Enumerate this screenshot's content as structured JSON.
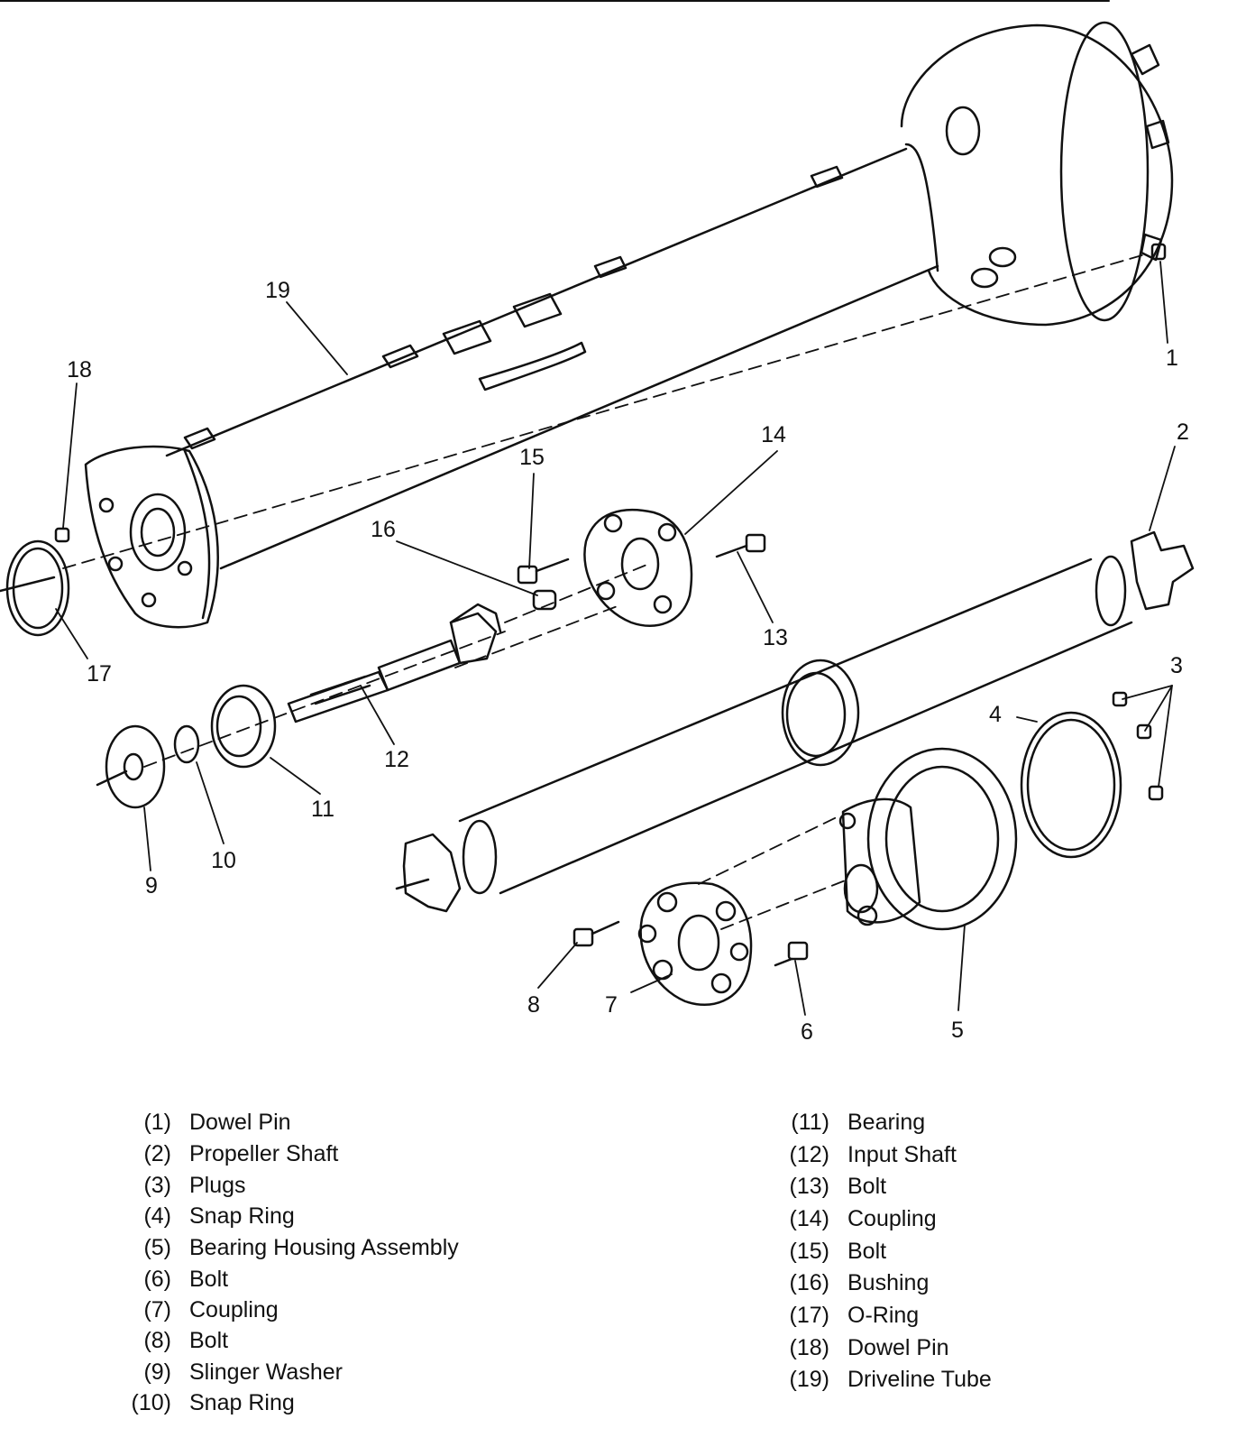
{
  "diagram": {
    "callouts": [
      "1",
      "2",
      "3",
      "4",
      "5",
      "6",
      "7",
      "8",
      "9",
      "10",
      "11",
      "12",
      "13",
      "14",
      "15",
      "16",
      "17",
      "18",
      "19"
    ]
  },
  "legend": {
    "left": [
      {
        "num": "(1)",
        "label": "Dowel Pin"
      },
      {
        "num": "(2)",
        "label": "Propeller Shaft"
      },
      {
        "num": "(3)",
        "label": "Plugs"
      },
      {
        "num": "(4)",
        "label": "Snap Ring"
      },
      {
        "num": "(5)",
        "label": "Bearing Housing Assembly"
      },
      {
        "num": "(6)",
        "label": "Bolt"
      },
      {
        "num": "(7)",
        "label": "Coupling"
      },
      {
        "num": "(8)",
        "label": "Bolt"
      },
      {
        "num": "(9)",
        "label": "Slinger Washer"
      },
      {
        "num": "(10)",
        "label": "Snap Ring"
      }
    ],
    "right": [
      {
        "num": "(11)",
        "label": "Bearing"
      },
      {
        "num": "(12)",
        "label": "Input Shaft"
      },
      {
        "num": "(13)",
        "label": "Bolt"
      },
      {
        "num": "(14)",
        "label": "Coupling"
      },
      {
        "num": "(15)",
        "label": "Bolt"
      },
      {
        "num": "(16)",
        "label": "Bushing"
      },
      {
        "num": "(17)",
        "label": "O-Ring"
      },
      {
        "num": "(18)",
        "label": "Dowel Pin"
      },
      {
        "num": "(19)",
        "label": "Driveline Tube"
      }
    ]
  }
}
